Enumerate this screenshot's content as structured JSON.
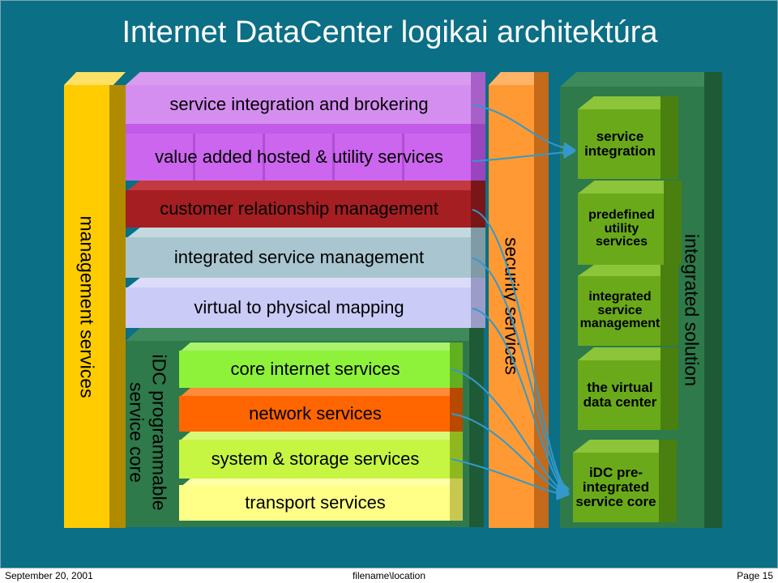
{
  "title": "Internet DataCenter  logikai architektúra",
  "left_column": "management services",
  "layers": {
    "service_integration": "service integration and brokering",
    "value_added": "value added hosted & utility services",
    "crm": "customer relationship management",
    "ism": "integrated service management",
    "v2p": "virtual to physical mapping",
    "core_internet": "core internet services",
    "network": "network services",
    "system_storage": "system & storage services",
    "transport": "transport services"
  },
  "idc_core_label": "iDC programmable service core",
  "idc_core_lines": [
    "iDC programmable",
    "service core"
  ],
  "security_column": "security services",
  "right_column": "integrated solution",
  "solution_boxes": [
    {
      "label": "service integration",
      "lines": [
        "service",
        "integration"
      ]
    },
    {
      "label": "predefined utility services",
      "lines": [
        "predefined",
        "utility",
        "services"
      ]
    },
    {
      "label": "integrated service management",
      "lines": [
        "integrated",
        "service",
        "management"
      ]
    },
    {
      "label": "the virtual data center",
      "lines": [
        "the virtual",
        "data center"
      ]
    },
    {
      "label": "iDC pre-integrated service core",
      "lines": [
        "iDC pre-",
        "integrated",
        "service core"
      ]
    }
  ],
  "footer": {
    "date": "September 20, 2001",
    "location": "filename\\location",
    "page": "Page 15"
  },
  "colors": {
    "background": "#0b6f86",
    "management": "#ffcc00",
    "service_layer": "#cc66ee",
    "crm": "#a51e22",
    "ism": "#a9c6d0",
    "v2p": "#cbcbf7",
    "core_internet": "#8ef23a",
    "network": "#ff6600",
    "system_storage": "#c6f542",
    "transport": "#ffff88",
    "security": "#ff9933",
    "solution": "#2e7a4a",
    "solution_box": "#6aaa1a"
  }
}
